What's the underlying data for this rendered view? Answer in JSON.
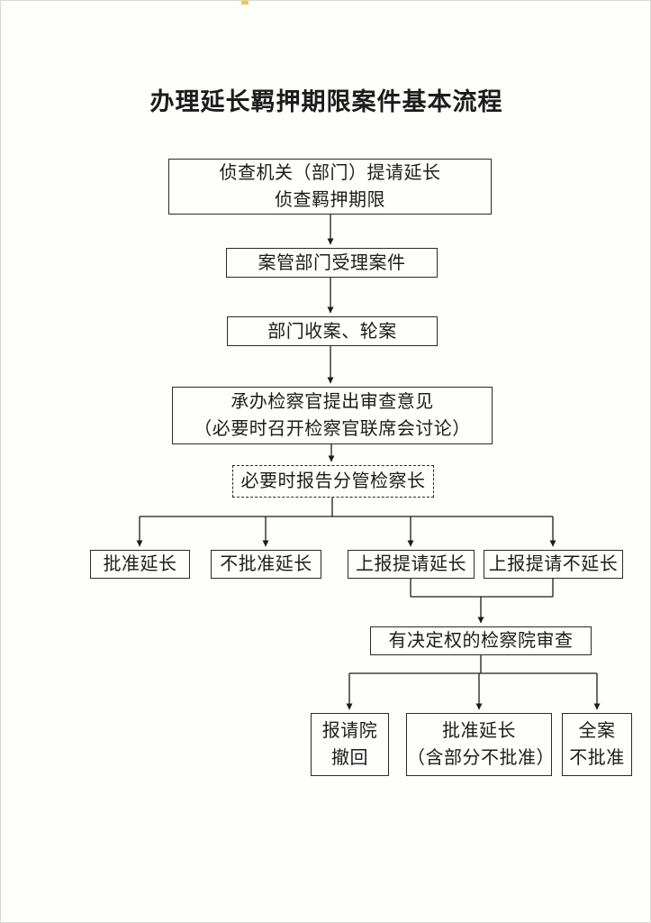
{
  "page": {
    "title": "办理延长羁押期限案件基本流程"
  },
  "nodes": {
    "request": {
      "text": "侦查机关（部门）提请延长\n侦查羁押期限"
    },
    "accept": {
      "text": "案管部门受理案件"
    },
    "intake": {
      "text": "部门收案、轮案"
    },
    "review": {
      "text": "承办检察官提出审查意见\n（必要时召开检察官联席会讨论）"
    },
    "report": {
      "text": "必要时报告分管检察长"
    },
    "approve": {
      "text": "批准延长"
    },
    "disapprove": {
      "text": "不批准延长"
    },
    "submit_ext": {
      "text": "上报提请延长"
    },
    "submit_noext": {
      "text": "上报提请不延长"
    },
    "decision_review": {
      "text": "有决定权的检察院审查"
    },
    "withdraw": {
      "text": "报请院\n撤回"
    },
    "approve_partial": {
      "text": "批准延长\n（含部分不批准）"
    },
    "whole_disapprove": {
      "text": "全案\n不批准"
    }
  },
  "structure": {
    "type": "flowchart",
    "line_color": "#1c1c1c",
    "edges": [
      [
        "request",
        "accept"
      ],
      [
        "accept",
        "intake"
      ],
      [
        "intake",
        "review"
      ],
      [
        "review",
        "report"
      ],
      [
        "report",
        "approve"
      ],
      [
        "report",
        "disapprove"
      ],
      [
        "report",
        "submit_ext"
      ],
      [
        "report",
        "submit_noext"
      ],
      [
        "submit_ext",
        "decision_review"
      ],
      [
        "submit_noext",
        "decision_review"
      ],
      [
        "decision_review",
        "withdraw"
      ],
      [
        "decision_review",
        "approve_partial"
      ],
      [
        "decision_review",
        "whole_disapprove"
      ]
    ]
  }
}
